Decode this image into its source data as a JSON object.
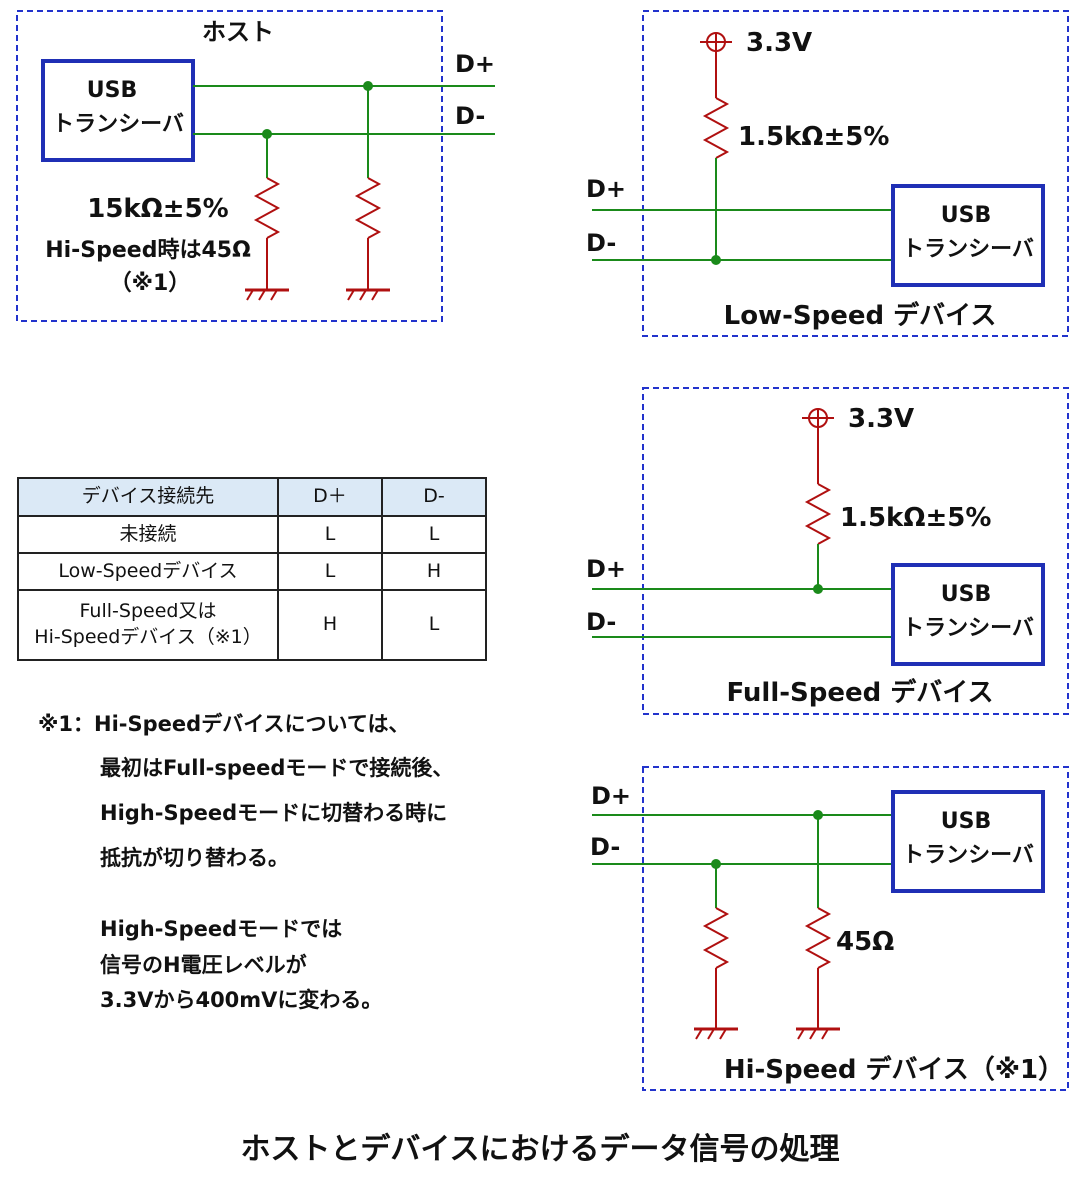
{
  "colors": {
    "wire": "#1a8a1a",
    "resistor": "#b01010",
    "box": "#1f2fb5",
    "frame": "#2233cc",
    "node": "#1a8a1a"
  },
  "host": {
    "title": "ホスト",
    "transceiver": [
      "USB",
      "トランシーバ"
    ],
    "dplus": "D+",
    "dminus": "D-",
    "resistor_value": "15kΩ±5%",
    "hs_note": "Hi-Speed時は45Ω",
    "hs_ref": "（※1）"
  },
  "low_speed": {
    "vcc": "3.3V",
    "resistor": "1.5kΩ±5%",
    "dplus": "D+",
    "dminus": "D-",
    "transceiver": [
      "USB",
      "トランシーバ"
    ],
    "label": "Low-Speed デバイス"
  },
  "full_speed": {
    "vcc": "3.3V",
    "resistor": "1.5kΩ±5%",
    "dplus": "D+",
    "dminus": "D-",
    "transceiver": [
      "USB",
      "トランシーバ"
    ],
    "label": "Full-Speed デバイス"
  },
  "hi_speed": {
    "dplus": "D+",
    "dminus": "D-",
    "transceiver": [
      "USB",
      "トランシーバ"
    ],
    "resistor": "45Ω",
    "label": "Hi-Speed デバイス（※1）"
  },
  "table": {
    "headers": [
      "デバイス接続先",
      "D＋",
      "D-"
    ],
    "rows": [
      {
        "device": "未接続",
        "dplus": "L",
        "dminus": "L"
      },
      {
        "device": "Low-Speedデバイス",
        "dplus": "L",
        "dminus": "H"
      },
      {
        "device_lines": [
          "Full-Speed又は",
          "Hi-Speedデバイス（※1）"
        ],
        "dplus": "H",
        "dminus": "L"
      }
    ]
  },
  "note": {
    "line1": "※1：Hi-Speedデバイスについては、",
    "line2": "最初はFull-speedモードで接続後、",
    "line3": "High-Speedモードに切替わる時に",
    "line4": "抵抗が切り替わる。",
    "line5": "High-Speedモードでは",
    "line6": "信号のH電圧レベルが",
    "line7": "3.3Vから400mVに変わる。"
  },
  "caption": "ホストとデバイスにおけるデータ信号の処理"
}
